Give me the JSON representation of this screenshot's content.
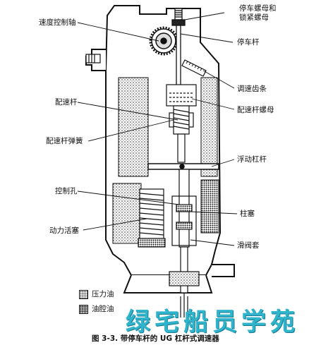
{
  "labels": {
    "stop_nut_line1": "停车螺母和",
    "stop_nut_line2": "锁紧螺母",
    "speed_shaft": "速度控制轴",
    "stop_rod": "停车杆",
    "speed_rack": "调速齿条",
    "speed_rod": "配速杆",
    "speed_rod_nut": "配速杆螺母",
    "speed_rod_spring": "配速杆弹簧",
    "floating_lever": "浮动杠杆",
    "control_port": "控制孔",
    "plunger": "柱塞",
    "power_piston": "动力活塞",
    "valve_sleeve": "滑阀套"
  },
  "legend": {
    "pressure_oil": "压力油",
    "sump_oil": "油腔油"
  },
  "caption": "图 3-3.  带停车杆的 UG 杠杆式调速器",
  "watermark": "绿宅船员学苑"
}
